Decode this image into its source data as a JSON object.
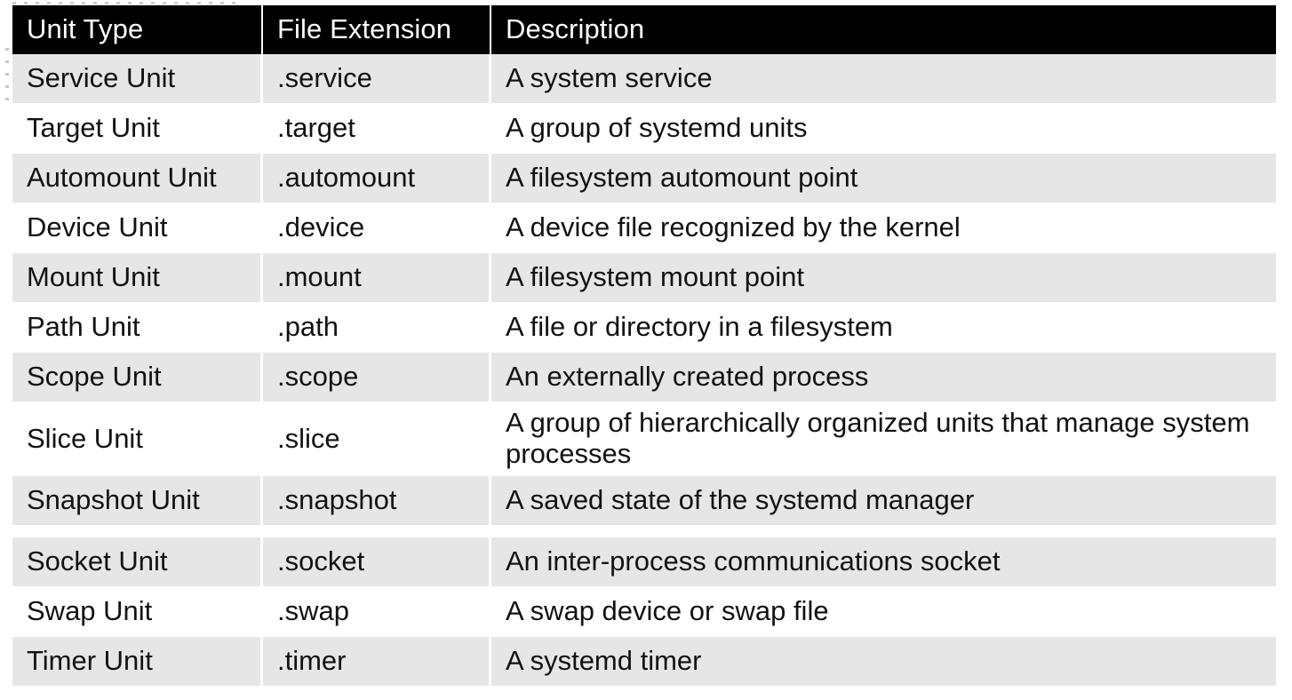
{
  "table": {
    "headers": {
      "unit_type": "Unit Type",
      "file_extension": "File Extension",
      "description": "Description"
    },
    "colors": {
      "header_background": "#000000",
      "header_text": "#ffffff",
      "row_shaded": "#e6e6e6",
      "row_plain": "#ffffff",
      "body_text": "#121212",
      "page_background": "#ffffff"
    },
    "rows": [
      {
        "unit_type": "Service Unit",
        "file_extension": ".service",
        "description": "A system service",
        "shaded": true
      },
      {
        "unit_type": "Target Unit",
        "file_extension": ".target",
        "description": "A group of systemd units",
        "shaded": false
      },
      {
        "unit_type": "Automount Unit",
        "file_extension": ".automount",
        "description": "A filesystem automount point",
        "shaded": true
      },
      {
        "unit_type": "Device Unit",
        "file_extension": ".device",
        "description": "A device file recognized by the kernel",
        "shaded": false
      },
      {
        "unit_type": "Mount Unit",
        "file_extension": ".mount",
        "description": "A filesystem mount point",
        "shaded": true
      },
      {
        "unit_type": "Path Unit",
        "file_extension": ".path",
        "description": "A file or directory in a filesystem",
        "shaded": false
      },
      {
        "unit_type": "Scope Unit",
        "file_extension": ".scope",
        "description": "An externally created process",
        "shaded": true
      },
      {
        "unit_type": "Slice Unit",
        "file_extension": ".slice",
        "description": "A group of hierarchically organized units that manage system processes",
        "shaded": false
      },
      {
        "unit_type": "Snapshot Unit",
        "file_extension": ".snapshot",
        "description": "A saved state of the systemd manager",
        "shaded": true
      },
      {
        "unit_type": "Socket Unit",
        "file_extension": ".socket",
        "description": "An inter-process communications socket",
        "shaded": true
      },
      {
        "unit_type": "Swap Unit",
        "file_extension": ".swap",
        "description": "A swap device or swap file",
        "shaded": false
      },
      {
        "unit_type": "Timer Unit",
        "file_extension": ".timer",
        "description": "A systemd timer",
        "shaded": true
      }
    ]
  }
}
